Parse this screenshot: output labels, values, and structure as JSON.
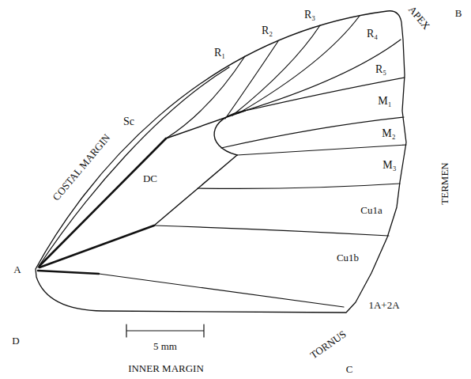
{
  "diagram": {
    "labels": [
      "COSTAL MARGIN",
      "Sc",
      "R₁",
      "R₂",
      "R₃",
      "APEX",
      "B",
      "R₄",
      "R₅",
      "M₁",
      "M₂",
      "M₃",
      "TERMEN",
      "DC",
      "Cu1a",
      "Cu1b",
      "A",
      "1A+2A",
      "D",
      "5 mm",
      "TORNUS",
      "C",
      "INNER MARGIN"
    ]
  }
}
